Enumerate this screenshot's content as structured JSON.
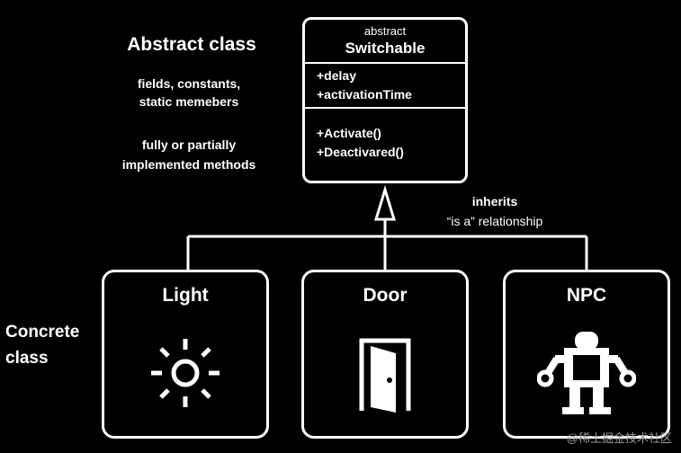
{
  "left_notes": {
    "abstract_title": "Abstract class",
    "fields_line1": "fields, constants,",
    "fields_line2": "static memebers",
    "methods_line1": "fully or partially",
    "methods_line2": "implemented methods",
    "concrete_line1": "Concrete",
    "concrete_line2": "class"
  },
  "abstract_class": {
    "stereotype": "abstract",
    "name": "Switchable",
    "fields": [
      "+delay",
      "+activationTime"
    ],
    "methods": [
      "+Activate()",
      "+Deactivared()"
    ]
  },
  "relationship": {
    "title": "inherits",
    "subtitle": "“is a” relationship"
  },
  "concrete_classes": [
    {
      "name": "Light",
      "icon": "sun-icon"
    },
    {
      "name": "Door",
      "icon": "door-icon"
    },
    {
      "name": "NPC",
      "icon": "robot-icon"
    }
  ],
  "watermark": "@稀土掘金技术社区",
  "colors": {
    "background": "#000000",
    "foreground": "#ffffff",
    "watermark": "#9a9a9a"
  }
}
